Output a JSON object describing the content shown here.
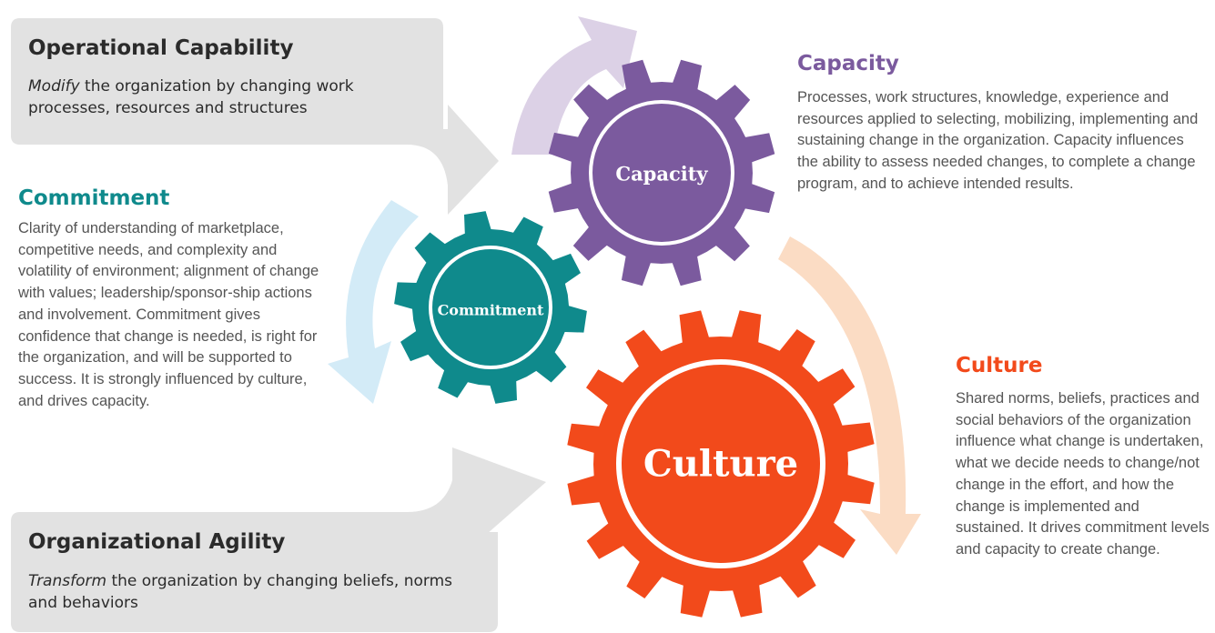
{
  "callouts": {
    "operational": {
      "title": "Operational Capability",
      "emphasis": "Modify",
      "text": " the organization by changing work processes, resources and structures"
    },
    "agility": {
      "title": "Organizational Agility",
      "emphasis": "Transform",
      "text": " the organization by changing beliefs, norms and behaviors"
    }
  },
  "sections": {
    "capacity": {
      "title": "Capacity",
      "body": "Processes, work structures, knowledge, experience and resources applied to selecting, mobilizing, implementing and sustaining change in the organization. Capacity influences the ability to assess needed changes, to complete a change program, and to achieve intended results."
    },
    "commitment": {
      "title": "Commitment",
      "body": "Clarity of understanding of marketplace, competitive needs, and complexity and volatility of environment; alignment of change with values; leadership/sponsor-ship actions and involvement. Commitment gives confidence that change is needed, is right for the organization, and will be supported to success. It is strongly influenced by culture, and drives capacity."
    },
    "culture": {
      "title": "Culture",
      "body": "Shared norms, beliefs, practices and social behaviors of the organization influence what change is undertaken, what we decide needs to change/not change in the effort, and how the change is implemented and sustained. It drives commitment levels and capacity to create change."
    }
  },
  "gears": {
    "capacity": "Capacity",
    "commitment": "Commitment",
    "culture": "Culture"
  },
  "colors": {
    "capacity": "#7b5a9e",
    "commitment": "#0f8a8c",
    "culture": "#f24a1b",
    "callout_bg": "#e2e2e2",
    "arrow_purple": "#dcd1e6",
    "arrow_blue": "#d3ebf7",
    "arrow_peach": "#fbdcc4"
  }
}
